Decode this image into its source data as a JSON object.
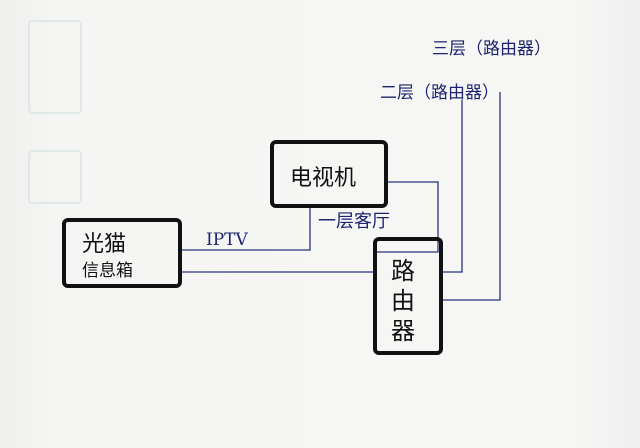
{
  "nodes": {
    "modem": {
      "line1": "光猫",
      "line2": "信息箱"
    },
    "tv": {
      "label": "电视机"
    },
    "router": {
      "label_chars": [
        "路",
        "由",
        "器"
      ]
    }
  },
  "labels": {
    "iptv": "IPTV",
    "floor1": "一层客厅",
    "floor2": "二层（路由器）",
    "floor3": "三层（路由器）"
  },
  "colors": {
    "ink": "#1c2470",
    "box": "#111111",
    "paper": "#f3f3f1"
  }
}
